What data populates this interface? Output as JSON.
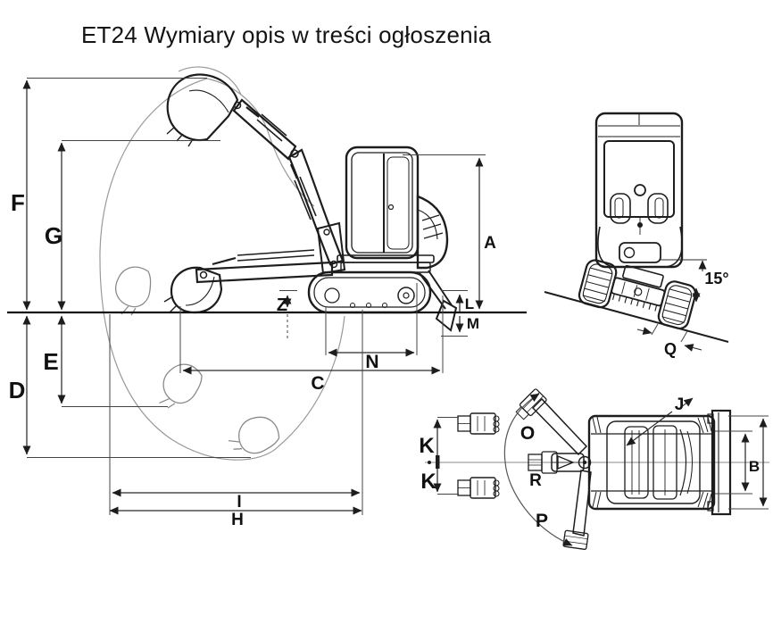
{
  "title": "ET24 Wymiary opis w treści ogłoszenia",
  "side_view": {
    "labels": {
      "F": "F",
      "G": "G",
      "E": "E",
      "D": "D",
      "A": "A",
      "Z": "Z",
      "L": "L",
      "M": "M",
      "N": "N",
      "C": "C",
      "I": "I",
      "H": "H"
    }
  },
  "front_view": {
    "tilt_angle": "15°",
    "labels": {
      "Q": "Q"
    }
  },
  "top_view": {
    "labels": {
      "B": "B",
      "J": "J",
      "K_upper": "K",
      "K_lower": "K",
      "O": "O",
      "P": "P",
      "R": "R"
    }
  },
  "colors": {
    "line": "#1d1d1d",
    "dimension": "#2a2a2a",
    "envelope": "#9a9a9a",
    "background": "#ffffff"
  }
}
